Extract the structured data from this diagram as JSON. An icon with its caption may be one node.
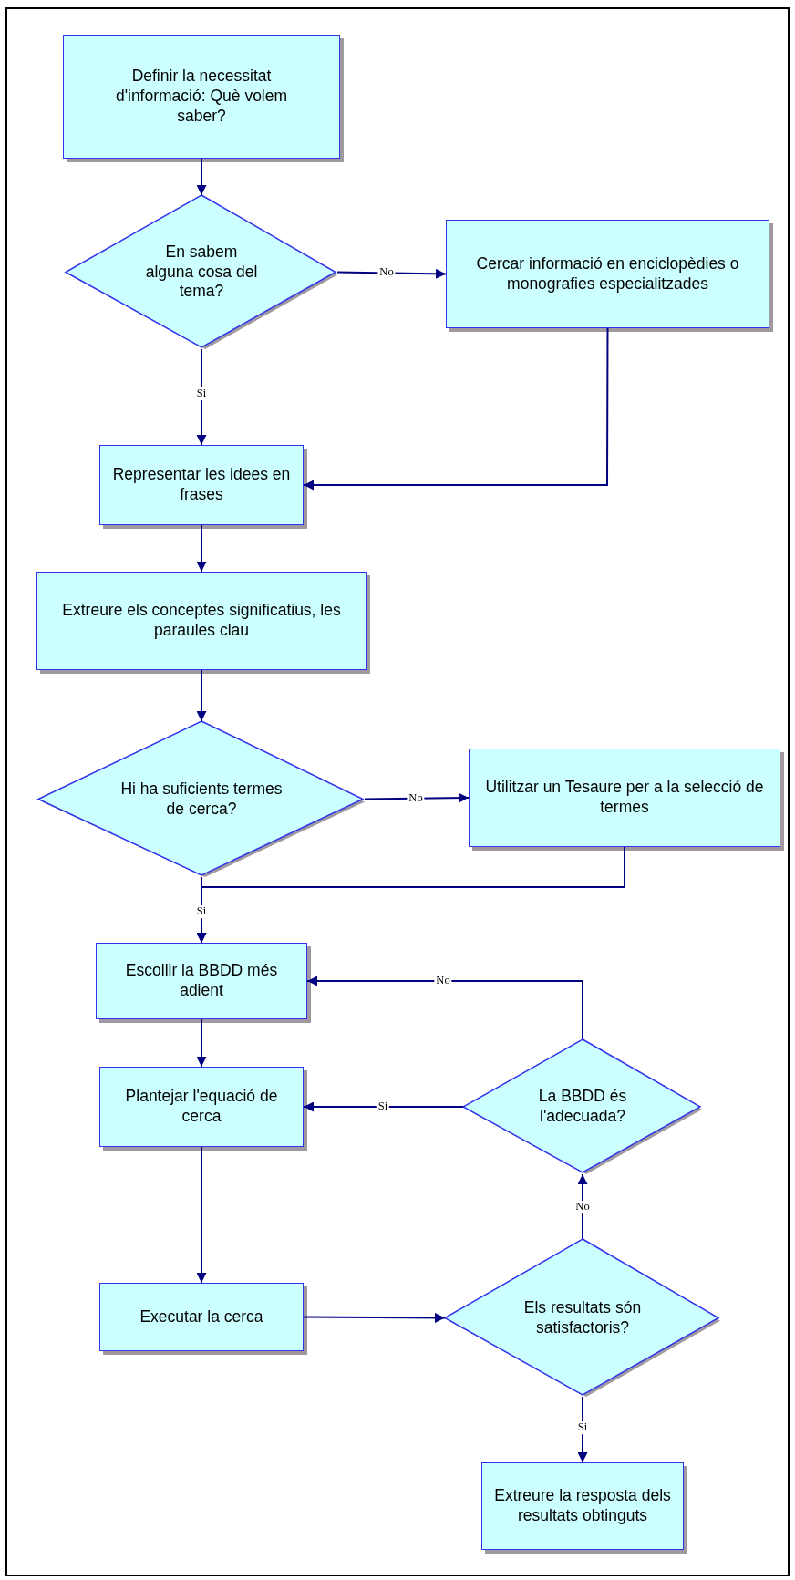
{
  "diagram": {
    "nodes": [
      {
        "text": [
          "Definir la necessitat d'informació: Què volem saber?"
        ]
      },
      {
        "text": [
          "En sabem alguna cosa del tema?"
        ]
      },
      {
        "text": [
          "Cercar informació en enciclopèdies o monografies especialitzades"
        ]
      },
      {
        "text": [
          "Representar les idees en frases"
        ]
      },
      {
        "text": [
          "Extreure els conceptes significatius, les paraules clau"
        ]
      },
      {
        "text": [
          "Hi ha suficients termes de cerca?"
        ]
      },
      {
        "text": [
          "Utilitzar un Tesaure per a la selecció de termes"
        ]
      },
      {
        "text": [
          "Escollir la BBDD més adient"
        ]
      },
      {
        "text": [
          "Plantejar l'equació de cerca"
        ]
      },
      {
        "text": [
          "La BBDD és l'adecuada?"
        ]
      },
      {
        "text": [
          "Executar la cerca"
        ]
      },
      {
        "text": [
          "Els resultats són satisfactoris?"
        ]
      },
      {
        "text": [
          "Extreure la resposta dels resultats obtinguts"
        ]
      }
    ],
    "edges": [
      {
        "from": 0,
        "to": 1,
        "arrow": "to"
      },
      {
        "from": 1,
        "to": 2,
        "arrow": "to",
        "label": "No"
      },
      {
        "from": 1,
        "to": 3,
        "arrow": "to",
        "label": "Si"
      },
      {
        "from": 2,
        "to": 3,
        "arrow": "to"
      },
      {
        "from": 3,
        "to": 4,
        "arrow": "to"
      },
      {
        "from": 4,
        "to": 5,
        "arrow": "to"
      },
      {
        "from": 5,
        "to": 6,
        "arrow": "to",
        "label": "No"
      },
      {
        "from": 5,
        "to": 7,
        "arrow": "to",
        "label": "Si"
      },
      {
        "from": 6,
        "to": 7,
        "arrow": "to"
      },
      {
        "from": 7,
        "to": 8,
        "arrow": "to"
      },
      {
        "from": 9,
        "to": 7,
        "arrow": "to",
        "label": "No"
      },
      {
        "from": 9,
        "to": 8,
        "arrow": "to",
        "label": "Si"
      },
      {
        "from": 8,
        "to": 10,
        "arrow": "to"
      },
      {
        "from": 10,
        "to": 11,
        "arrow": "to"
      },
      {
        "from": 11,
        "to": 9,
        "arrow": "to",
        "label": "No"
      },
      {
        "from": 11,
        "to": 12,
        "arrow": "to",
        "label": "Si"
      }
    ]
  }
}
